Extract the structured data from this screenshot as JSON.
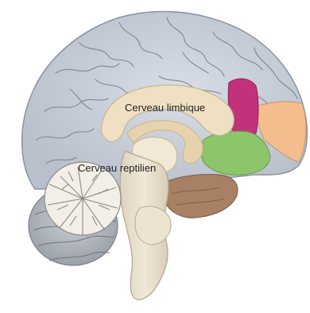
{
  "diagram": {
    "labels": {
      "limbic": "Cerveau limbique",
      "reptilian": "Cerveau reptilien"
    },
    "regions": [
      {
        "name": "cortex",
        "color": "#c9d0da"
      },
      {
        "name": "limbic-system",
        "color": "#efe0c4"
      },
      {
        "name": "brainstem",
        "color": "#ece3d1"
      },
      {
        "name": "cerebellum",
        "color": "#b7bcc4"
      },
      {
        "name": "magenta-region",
        "color": "#c2327a"
      },
      {
        "name": "orange-region",
        "color": "#f4bd8e"
      },
      {
        "name": "green-region",
        "color": "#8cc56a"
      },
      {
        "name": "brown-region",
        "color": "#a88064"
      }
    ]
  }
}
